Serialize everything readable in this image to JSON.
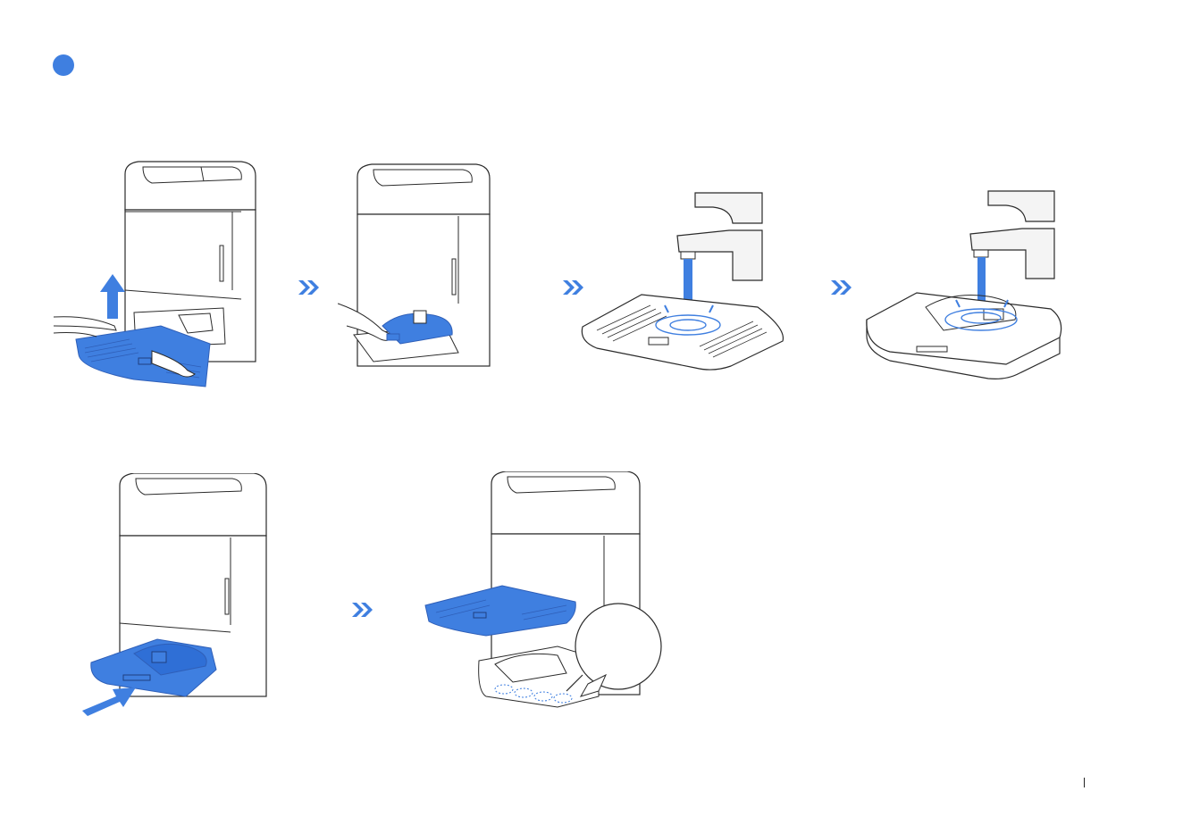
{
  "colors": {
    "accent": "#3f7fe0",
    "accent_dark": "#2f5fb8",
    "line": "#2b2b2b",
    "fill_light": "#f4f4f4",
    "background": "#ffffff"
  },
  "step_marker": {
    "color": "#3f7fe0"
  },
  "illustrations": [
    {
      "name": "lift-water-tray-out",
      "icon": "up-arrow-icon"
    },
    {
      "name": "station-tray-removed"
    },
    {
      "name": "rinse-tray-under-faucet",
      "icon": "faucet-icon"
    },
    {
      "name": "rinse-base-under-faucet",
      "icon": "faucet-icon"
    },
    {
      "name": "push-base-back-in",
      "icon": "right-arrow-icon"
    },
    {
      "name": "reinstall-tray-with-zoom",
      "icon": "magnifier-callout"
    }
  ],
  "connectors": [
    "chevron-double-icon",
    "chevron-double-icon",
    "chevron-double-icon",
    "chevron-double-icon"
  ]
}
